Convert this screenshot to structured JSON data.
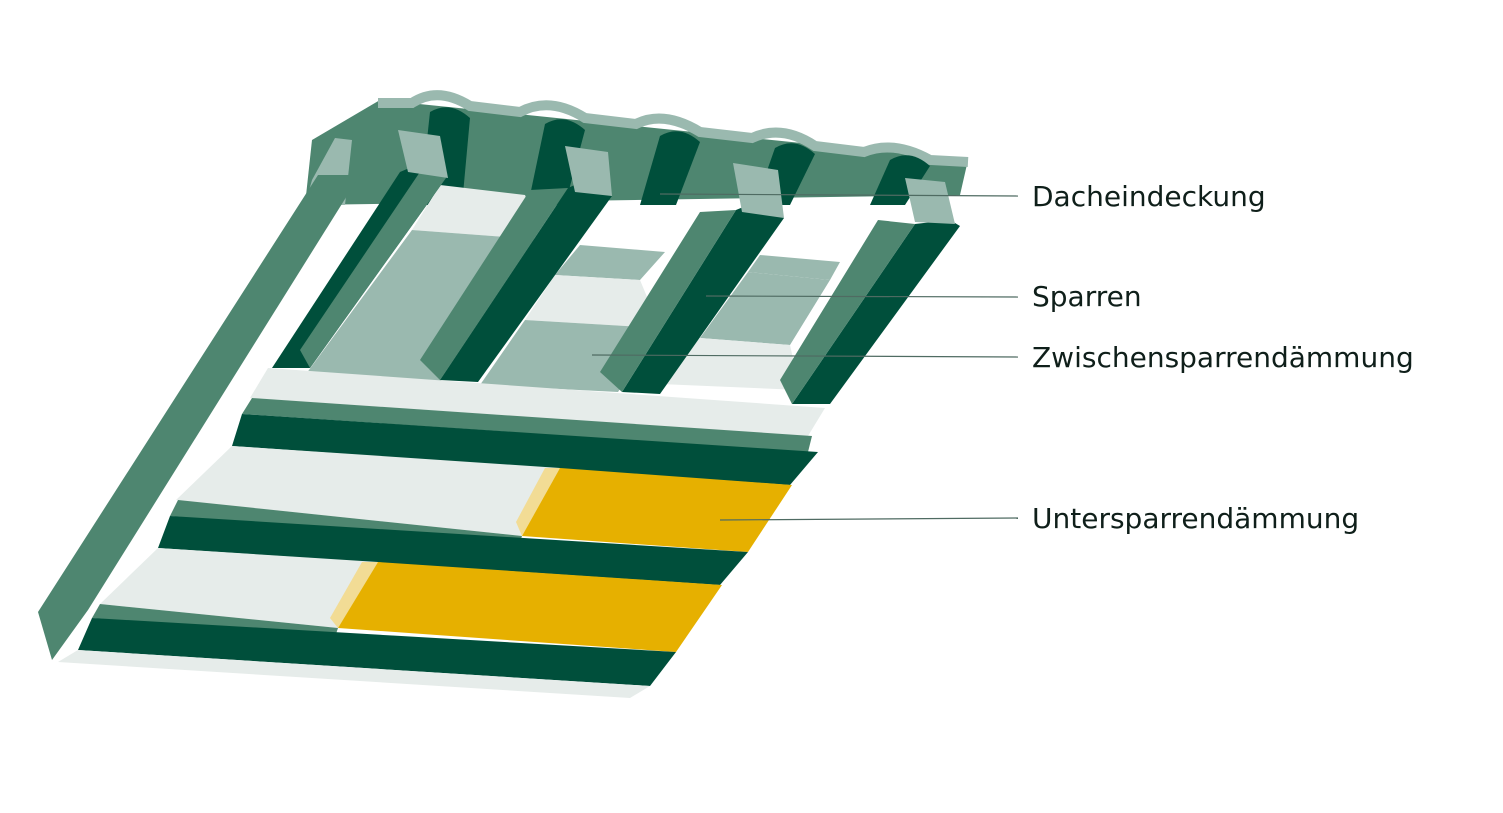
{
  "colors": {
    "dark_green": "#004f3b",
    "mid_green": "#4e8670",
    "light_green": "#9ab9af",
    "pale": "#e6ecea",
    "yellow": "#e6b000",
    "pale_yellow": "#f2dc95",
    "leader_line": "#4f6b62"
  },
  "labels": {
    "roof_covering": "Dacheindeckung",
    "rafters": "Sparren",
    "between_rafter_insulation": "Zwischensparrendämmung",
    "below_rafter_insulation": "Untersparrendämmung"
  }
}
